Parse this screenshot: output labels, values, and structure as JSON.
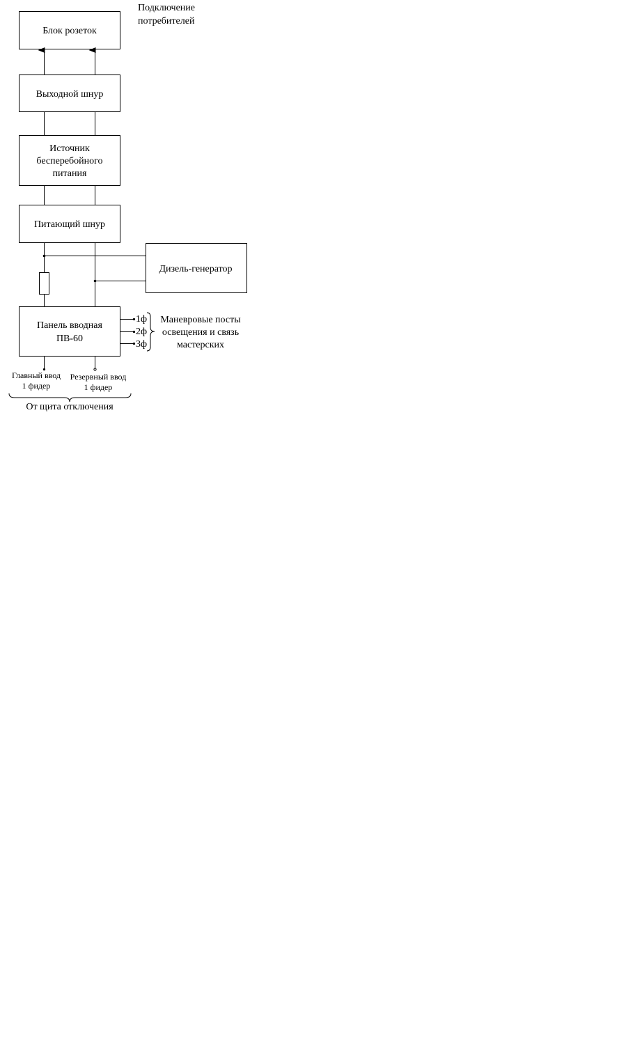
{
  "diagram": {
    "blocks": {
      "socket_block": "Блок розеток",
      "output_cord": "Выходной шнур",
      "ups_line1": "Источник",
      "ups_line2": "бесперебойного",
      "ups_line3": "питания",
      "supply_cord": "Питающий шнур",
      "diesel_generator": "Дизель-генератор",
      "input_panel_line1": "Панель вводная",
      "input_panel_line2": "ПВ-60"
    },
    "labels": {
      "consumers_line1": "Подключение",
      "consumers_line2": "потребителей",
      "phase1": "1ф",
      "phase2": "2ф",
      "phase3": "3ф",
      "posts_line1": "Маневровые посты",
      "posts_line2": "освещения и связь",
      "posts_line3": "мастерских",
      "main_input_line1": "Главный ввод",
      "main_input_line2": "1 фидер",
      "reserve_input_line1": "Резервный ввод",
      "reserve_input_line2": "1 фидер",
      "from_shield": "От щита отключения"
    }
  }
}
